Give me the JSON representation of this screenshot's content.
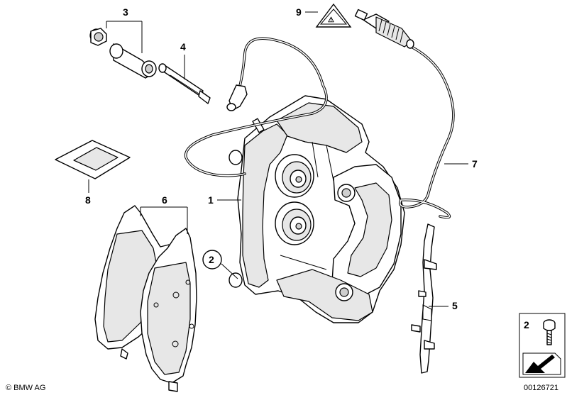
{
  "callouts": {
    "c1": "1",
    "c2": "2",
    "c3": "3",
    "c4": "4",
    "c5": "5",
    "c6": "6",
    "c7": "7",
    "c8": "8",
    "c9": "9"
  },
  "warning_symbol_text": "⚠",
  "legend_box": {
    "number": "2"
  },
  "footer": {
    "copyright": "© BMW AG",
    "diagram_number": "00126721"
  }
}
